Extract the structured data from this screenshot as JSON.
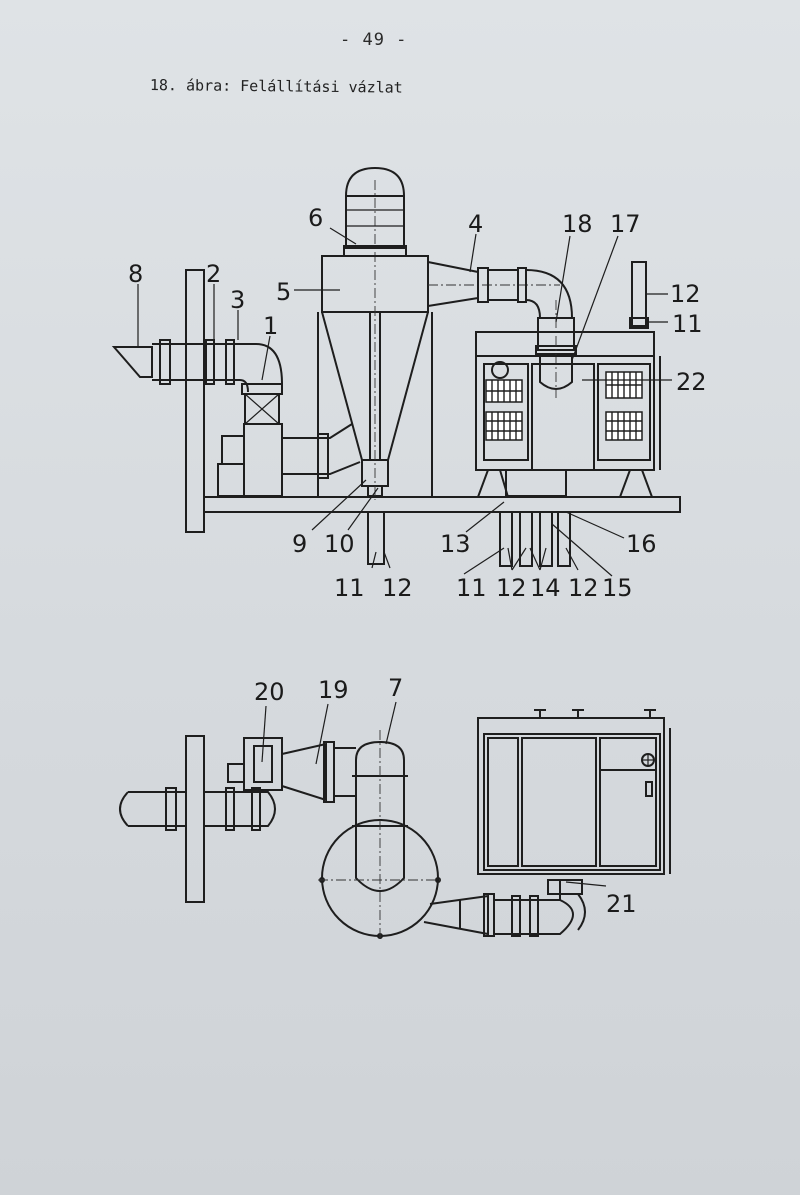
{
  "page": {
    "number": "- 49 -",
    "caption": "18. ábra: Felállítási vázlat"
  },
  "labels": [
    "1",
    "2",
    "3",
    "4",
    "5",
    "6",
    "7",
    "8",
    "9",
    "10",
    "11",
    "12",
    "13",
    "14",
    "15",
    "16",
    "17",
    "18",
    "19",
    "20",
    "21",
    "22"
  ]
}
